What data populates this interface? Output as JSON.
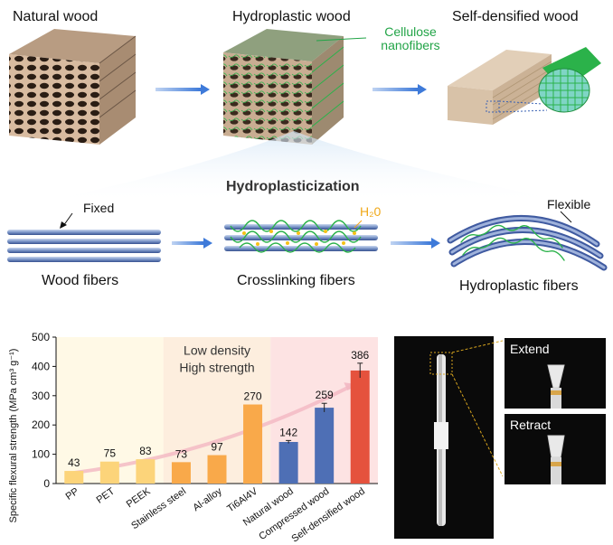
{
  "top": {
    "natural_wood": "Natural wood",
    "hydroplastic_wood": "Hydroplastic wood",
    "self_densified_wood": "Self-densified wood",
    "cellulose_nanofibers": "Cellulose\nnanofibers"
  },
  "middle": {
    "process": "Hydroplasticization",
    "fixed": "Fixed",
    "h2o": "H₂0",
    "flexible": "Flexible",
    "wood_fibers": "Wood fibers",
    "crosslinking_fibers": "Crosslinking fibers",
    "hydroplastic_fibers": "Hydroplastic fibers"
  },
  "chart_data": {
    "type": "bar",
    "ylabel": "Specific flexural strength (MPa cm³ g⁻¹)",
    "ylim": [
      0,
      500
    ],
    "yticks": [
      0,
      100,
      200,
      300,
      400,
      500
    ],
    "categories": [
      "PP",
      "PET",
      "PEEK",
      "Stainless steel",
      "Al-alloy",
      "Ti6Al4V",
      "Natural wood",
      "Compressed wood",
      "Self-densified wood"
    ],
    "values": [
      43,
      75,
      83,
      73,
      97,
      270,
      142,
      259,
      386
    ],
    "value_labels": [
      "43",
      "75",
      "83",
      "73",
      "97",
      "270",
      "142",
      "259",
      "386"
    ],
    "error": [
      0,
      0,
      0,
      0,
      0,
      0,
      5,
      15,
      25
    ],
    "colors": [
      "#fcd47a",
      "#fcd47a",
      "#fcd47a",
      "#f9a94a",
      "#f9a94a",
      "#f9a94a",
      "#4e6fb5",
      "#4e6fb5",
      "#e5523d"
    ],
    "annotation_line1": "Low density",
    "annotation_line2": "High strength",
    "regions": [
      {
        "from": 0,
        "to": 3,
        "color": "#fff9e6"
      },
      {
        "from": 3,
        "to": 6,
        "color": "#fdeede"
      },
      {
        "from": 6,
        "to": 9,
        "color": "#fde3e3"
      }
    ]
  },
  "photos": {
    "extend": "Extend",
    "retract": "Retract"
  }
}
